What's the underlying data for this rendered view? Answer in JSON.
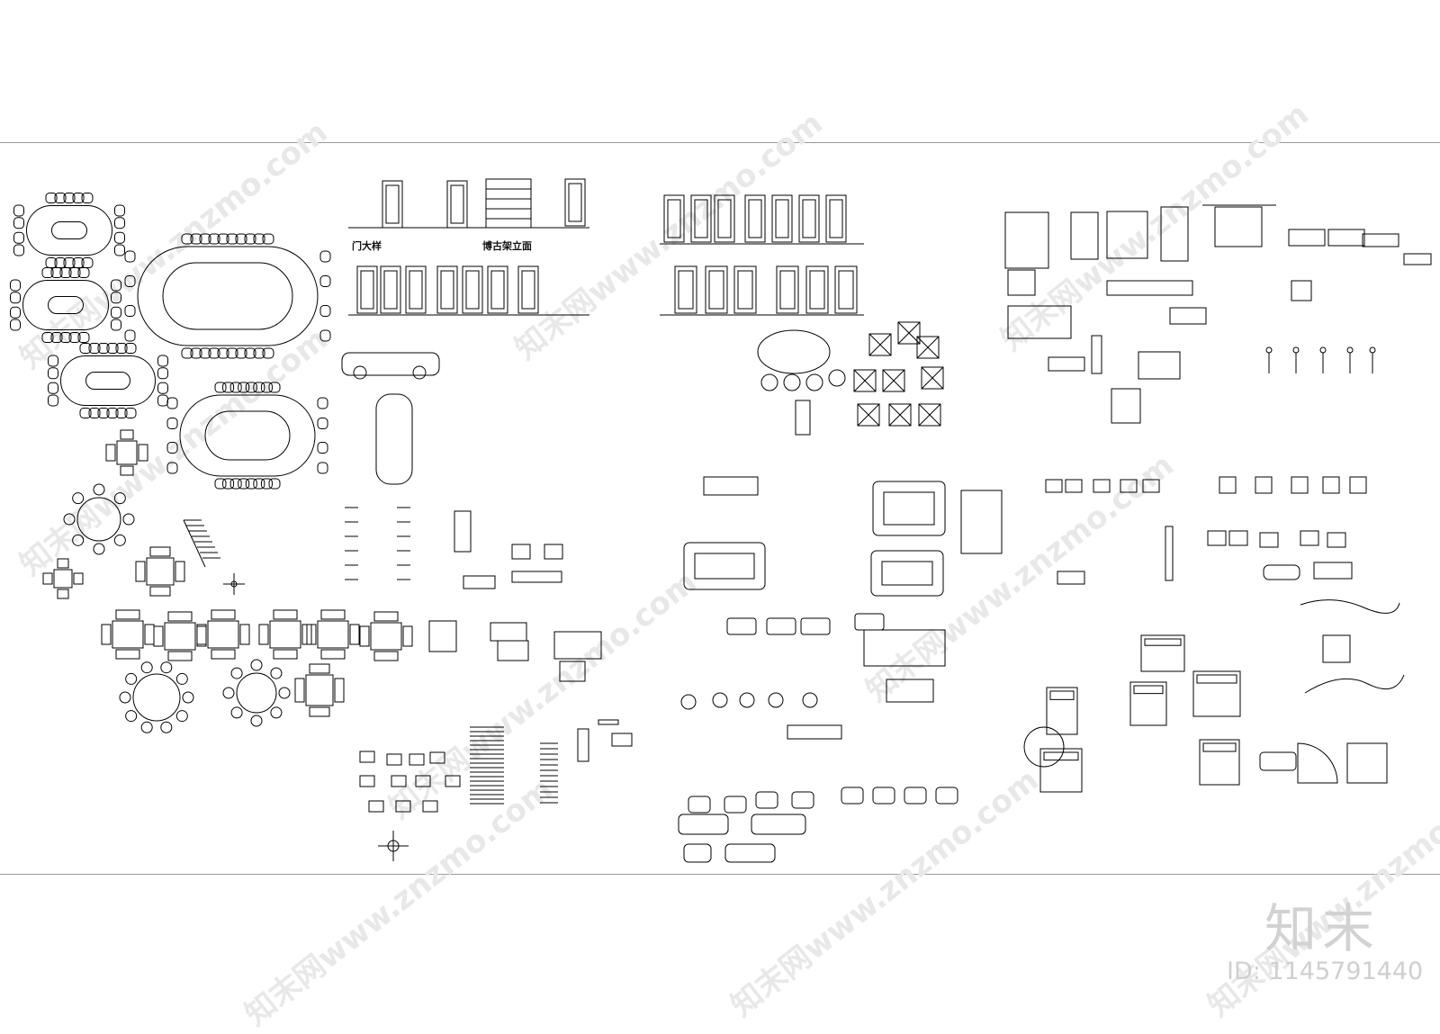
{
  "labels": {
    "door_detail": "门大样",
    "shelf_elevation": "博古架立面"
  },
  "watermark": {
    "text": "知末网www.znzmo.com",
    "color": "#e8e8e8"
  },
  "brand": {
    "logo_text": "知末",
    "image_id": "ID: 1145791440",
    "color": "#cfcfcf"
  },
  "colors": {
    "background": "#ffffff",
    "line": "#000000",
    "rule": "#9a9a9a"
  }
}
